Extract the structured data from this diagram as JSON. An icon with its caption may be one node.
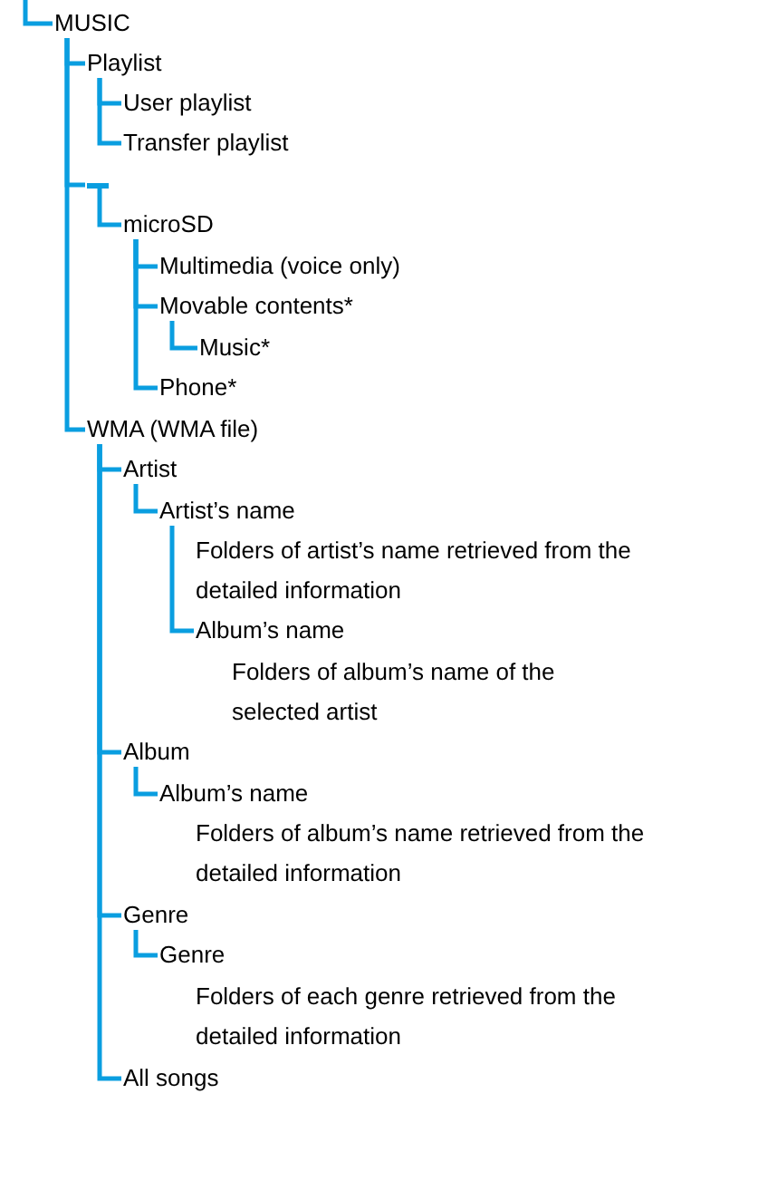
{
  "diagram": {
    "nodes": [
      {
        "text": [
          "MUSIC"
        ]
      },
      {
        "text": [
          "Playlist"
        ]
      },
      {
        "text": [
          "User playlist"
        ]
      },
      {
        "text": [
          "Transfer playlist"
        ]
      },
      {
        "text": [],
        "shape": "bar"
      },
      {
        "text": [
          "microSD"
        ]
      },
      {
        "text": [
          "Multimedia (voice only)"
        ]
      },
      {
        "text": [
          "Movable contents*"
        ]
      },
      {
        "text": [
          "Music*"
        ]
      },
      {
        "text": [
          "Phone*"
        ]
      },
      {
        "text": [
          "WMA (WMA file)"
        ]
      },
      {
        "text": [
          "Artist"
        ]
      },
      {
        "text": [
          "Artist’s name"
        ],
        "beside": [
          "Folders of artist’s name retrieved from the detailed information"
        ]
      },
      {
        "text": [
          "Album’s name"
        ],
        "beside": [
          "Folders of album’s name of the selected artist"
        ]
      },
      {
        "text": [
          "Album"
        ]
      },
      {
        "text": [
          "Album’s name"
        ],
        "beside": [
          "Folders of album’s name retrieved from the detailed information"
        ]
      },
      {
        "text": [
          "Genre"
        ]
      },
      {
        "text": [
          "Genre"
        ],
        "beside": [
          "Folders of each genre retrieved from the detailed information"
        ]
      },
      {
        "text": [
          "All songs"
        ]
      }
    ],
    "edges": [
      {
        "from": null,
        "to": 0,
        "arrow": "none"
      },
      {
        "from": 0,
        "to": 1,
        "arrow": "none"
      },
      {
        "from": 1,
        "to": 2,
        "arrow": "none"
      },
      {
        "from": 1,
        "to": 3,
        "arrow": "none"
      },
      {
        "from": 0,
        "to": 4,
        "arrow": "none"
      },
      {
        "from": 4,
        "to": 5,
        "arrow": "none"
      },
      {
        "from": 5,
        "to": 6,
        "arrow": "none"
      },
      {
        "from": 5,
        "to": 7,
        "arrow": "none"
      },
      {
        "from": 7,
        "to": 8,
        "arrow": "none"
      },
      {
        "from": 5,
        "to": 9,
        "arrow": "none"
      },
      {
        "from": 0,
        "to": 10,
        "arrow": "none"
      },
      {
        "from": 10,
        "to": 11,
        "arrow": "none"
      },
      {
        "from": 11,
        "to": 12,
        "arrow": "none"
      },
      {
        "from": 12,
        "to": 13,
        "arrow": "none"
      },
      {
        "from": 10,
        "to": 14,
        "arrow": "none"
      },
      {
        "from": 14,
        "to": 15,
        "arrow": "none"
      },
      {
        "from": 10,
        "to": 16,
        "arrow": "none"
      },
      {
        "from": 16,
        "to": 17,
        "arrow": "none"
      },
      {
        "from": 10,
        "to": 18,
        "arrow": "none"
      }
    ]
  }
}
